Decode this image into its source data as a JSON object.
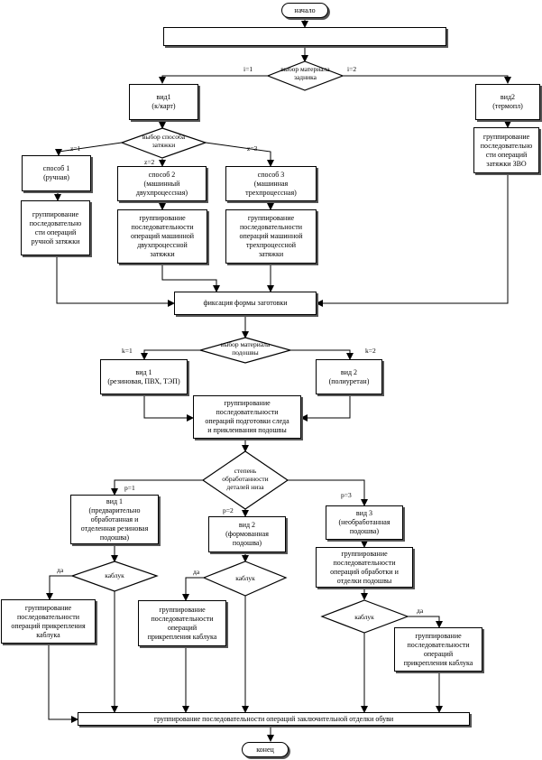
{
  "terminals": {
    "start": "начало",
    "end": "конец"
  },
  "decisions": {
    "heel_material": "выбор материала\nзадника",
    "lasting_method": "выбор способа\nзатяжки",
    "sole_material": "выбор материала\nподошвы",
    "bottom_finish": "степень\nобработанности\nдеталей низа",
    "heel_1": "каблук",
    "heel_2": "каблук",
    "heel_3": "каблук"
  },
  "boxes": {
    "input": "",
    "type1": "вид1\n(к/карт)",
    "type2": "вид2\n(термопл)",
    "group_zvo": "группирование\nпоследовательно\nсти операций\nзатяжки ЗВО",
    "method1": "способ 1\n(ручная)",
    "method2": "способ 2\n(машинный\nдвухпроцессная)",
    "method3": "способ 3\n(машинная\nтрехпроцессная)",
    "group_manual": "группирование\nпоследовательно\nсти операций\nручной затяжки",
    "group_two": "группирование\nпоследовательности\nопераций машинной\nдвухпроцессной\nзатяжки",
    "group_three": "группирование\nпоследовательности\nопераций машинной\nтрехпроцессной\nзатяжки",
    "fixation": "фиксация формы заготовки",
    "sole1": "вид 1\n(резиновая, ПВХ, ТЭП)",
    "sole2": "вид 2\n(полиуретан)",
    "group_trace": "группирование\nпоследовательности\nопераций подготовки следа\nи приклеивания подошвы",
    "finish1": "вид 1\n(предварительно\nобработанная и\nотделенная резиновая\nподошва)",
    "finish2": "вид 2\n(формованная\nподошва)",
    "finish3": "вид 3\n(необработанная\nподошва)",
    "group_sole_finish": "группирование\nпоследовательности\nопераций обработки и\nотделки подошвы",
    "heel_attach1": "группирование\nпоследовательности\nопераций прикрепления\nкаблука",
    "heel_attach2": "группирование\nпоследовательности\nопераций\nприкрепления каблука",
    "heel_attach3": "группирование\nпоследовательности\nопераций\nприкрепления каблука",
    "final": "группирование последовательности операций заключительной отделки обуви"
  },
  "edge_labels": {
    "i1": "i=1",
    "i2": "i=2",
    "z1": "z=1",
    "z2": "z=2",
    "z3": "z=3",
    "k1": "k=1",
    "k2": "k=2",
    "p1": "p=1",
    "p2": "p=2",
    "p3": "p=3",
    "yes1": "да",
    "yes2": "да",
    "yes3": "да"
  }
}
